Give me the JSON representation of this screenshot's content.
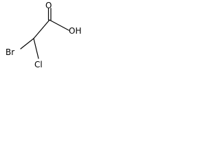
{
  "structure": {
    "atoms": {
      "oxygen_carbonyl": "O",
      "hydroxyl": "OH",
      "bromine": "Br",
      "chlorine": "Cl"
    }
  }
}
